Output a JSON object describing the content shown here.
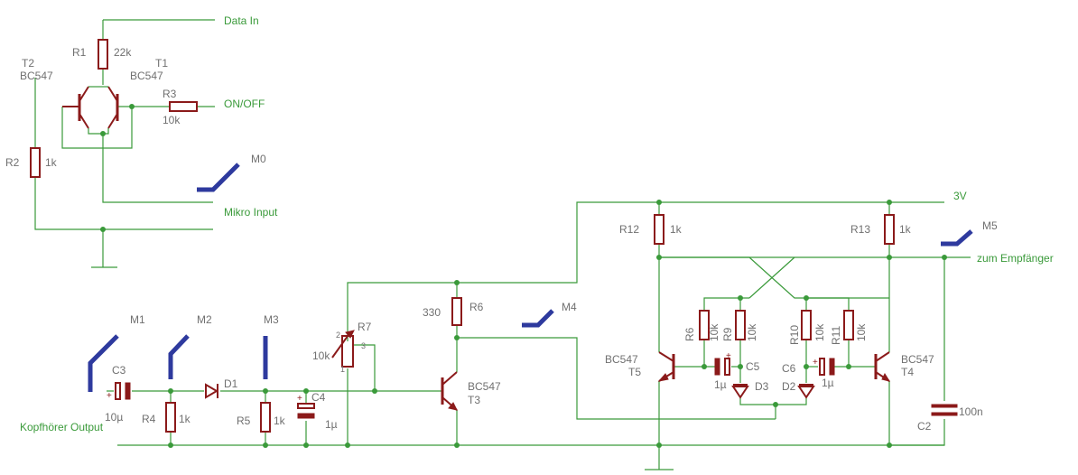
{
  "nets": {
    "data_in": "Data In",
    "on_off": "ON/OFF",
    "mikro_input": "Mikro Input",
    "vcc": "3V",
    "zum_empfaenger": "zum Empfänger",
    "kopfhoerer_output": "Kopfhörer Output"
  },
  "parts": {
    "r1": {
      "name": "R1",
      "value": "22k"
    },
    "r2": {
      "name": "R2",
      "value": "1k"
    },
    "r3": {
      "name": "R3",
      "value": "10k"
    },
    "r4": {
      "name": "R4",
      "value": "1k"
    },
    "r5": {
      "name": "R5",
      "value": "1k"
    },
    "r6": {
      "name": "R6",
      "value": "330"
    },
    "r6b": {
      "name": "R6",
      "value": "10k"
    },
    "r7": {
      "name": "R7",
      "value": "10k",
      "pin1": "1",
      "pin2": "2",
      "pin3": "3"
    },
    "r9": {
      "name": "R9",
      "value": "10k"
    },
    "r10": {
      "name": "R10",
      "value": "10k"
    },
    "r11": {
      "name": "R11",
      "value": "10k"
    },
    "r12": {
      "name": "R12",
      "value": "1k"
    },
    "r13": {
      "name": "R13",
      "value": "1k"
    },
    "c2": {
      "name": "C2",
      "value": "100n"
    },
    "c3": {
      "name": "C3",
      "value": "10µ"
    },
    "c4": {
      "name": "C4",
      "value": "1µ"
    },
    "c5": {
      "name": "C5",
      "value": "1µ"
    },
    "c6": {
      "name": "C6",
      "value": "1µ"
    },
    "d1": {
      "name": "D1"
    },
    "d2": {
      "name": "D2"
    },
    "d3": {
      "name": "D3"
    },
    "t1": {
      "name": "T1",
      "type": "BC547"
    },
    "t2": {
      "name": "T2",
      "type": "BC547"
    },
    "t3": {
      "name": "T3",
      "type": "BC547"
    },
    "t4": {
      "name": "T4",
      "type": "BC547"
    },
    "t5": {
      "name": "T5",
      "type": "BC547"
    }
  },
  "markers": [
    "M0",
    "M1",
    "M2",
    "M3",
    "M4",
    "M5"
  ],
  "colors": {
    "wire": "#3a9a3a",
    "part": "#8b1a1a",
    "marker": "#2e3a9e",
    "label": "#707070"
  }
}
